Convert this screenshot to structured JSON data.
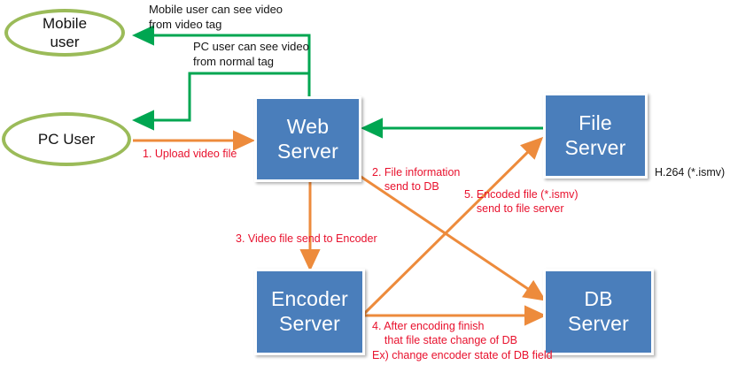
{
  "diagram": {
    "title": "Video upload and encoding server architecture flow",
    "colors": {
      "node_fill": "#4A7EBB",
      "node_text": "#FFFFFF",
      "ellipse_stroke": "#9BBB59",
      "flow_orange": "#ED8B3C",
      "flow_green": "#00A651",
      "label_red": "#E8112D",
      "label_black": "#151515",
      "background": "#FFFFFF"
    },
    "actors": [
      {
        "id": "mobile-user",
        "line1": "Mobile",
        "line2": "user"
      },
      {
        "id": "pc-user",
        "line1": "PC User",
        "line2": ""
      }
    ],
    "servers": [
      {
        "id": "web-server",
        "line1": "Web",
        "line2": "Server"
      },
      {
        "id": "file-server",
        "line1": "File",
        "line2": "Server"
      },
      {
        "id": "encoder-server",
        "line1": "Encoder",
        "line2": "Server"
      },
      {
        "id": "db-server",
        "line1": "DB",
        "line2": "Server"
      }
    ],
    "labels": {
      "mobile_tag": "Mobile user can see video\nfrom video tag",
      "pc_tag": "PC user can see video\nfrom normal tag",
      "step1": "1. Upload video file",
      "step2": "2. File information\n    send to DB",
      "step3": "3. Video file send to Encoder",
      "step4": "4. After encoding finish\n    that file state change of DB\nEx) change encoder state of DB field",
      "step5": "5. Encoded file (*.ismv)\n    send to file server",
      "codec": "H.264 (*.ismv)"
    }
  }
}
